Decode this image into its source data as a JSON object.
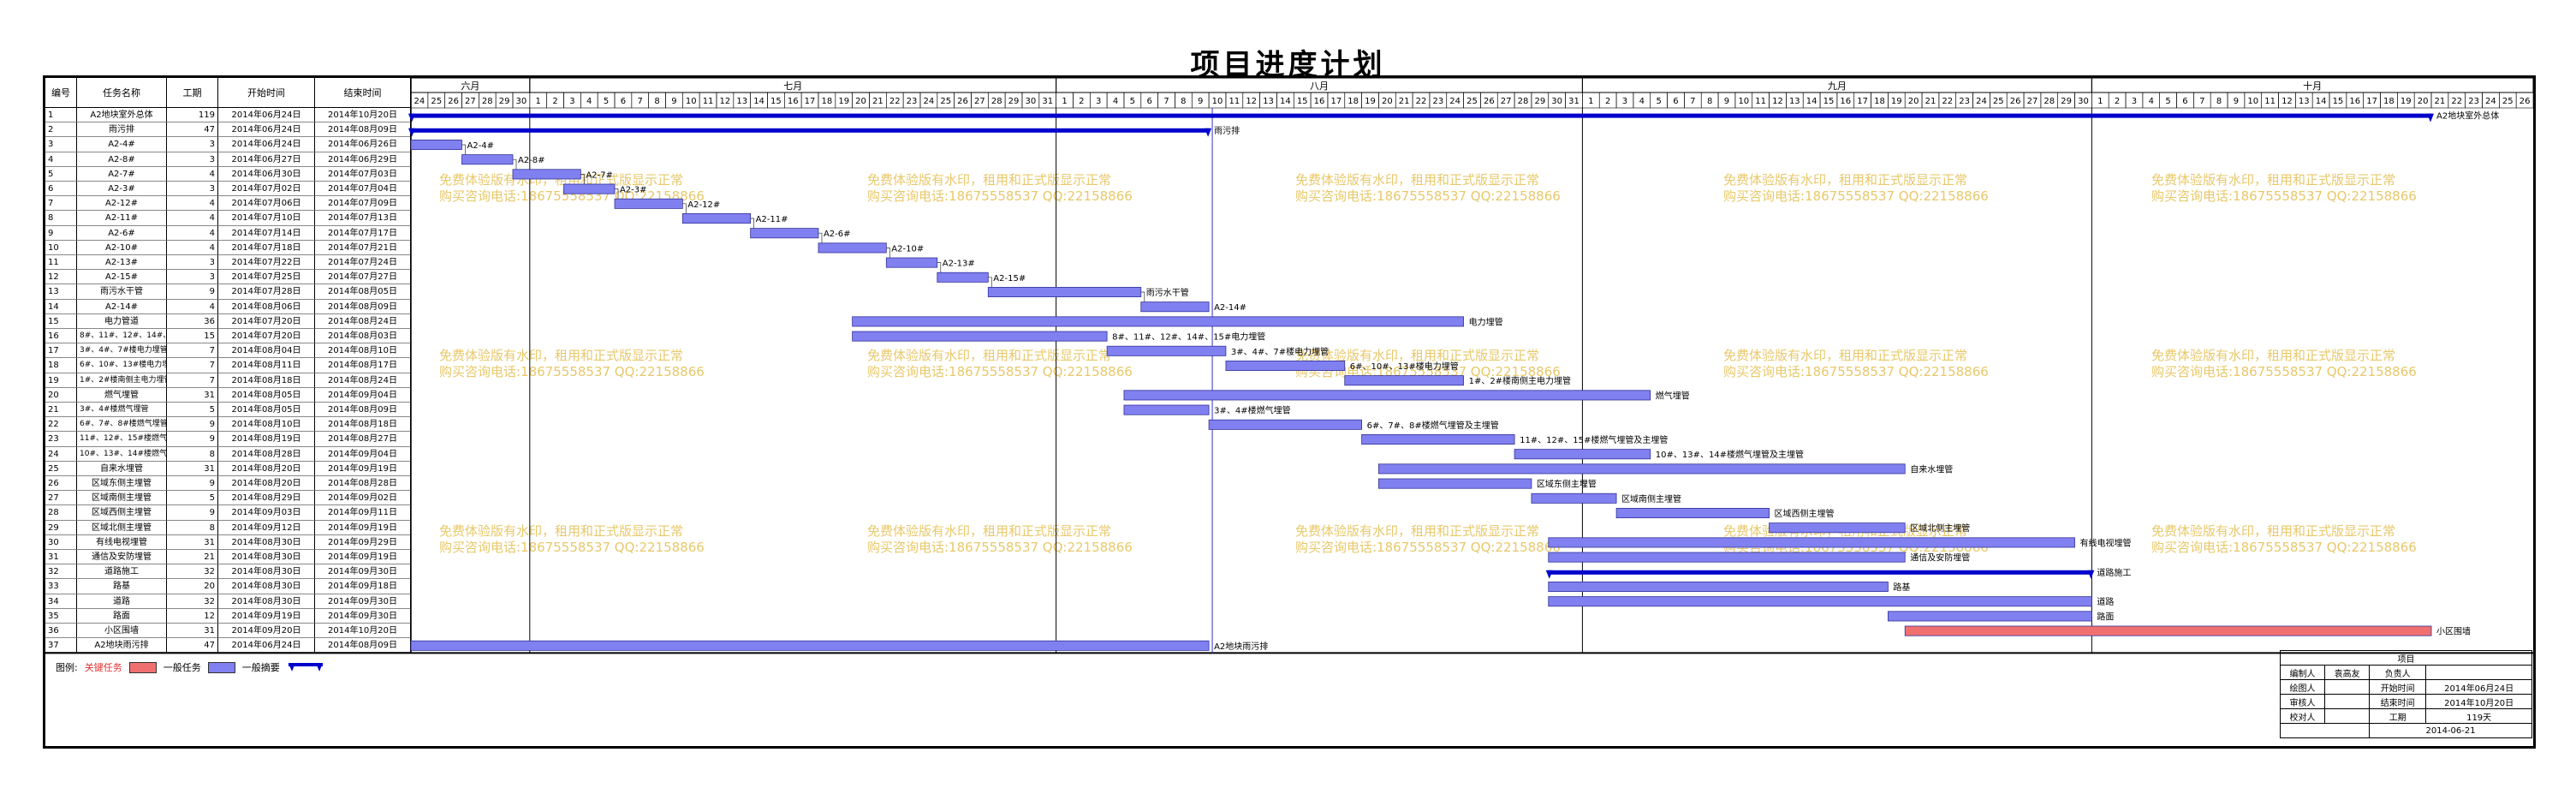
{
  "title": "项目进度计划",
  "columns": {
    "id": "编号",
    "name": "任务名称",
    "duration": "工期",
    "start": "开始时间",
    "end": "结束时间"
  },
  "months": [
    {
      "label": "六月",
      "days": [
        24,
        25,
        26,
        27,
        28,
        29,
        30
      ]
    },
    {
      "label": "七月",
      "days": [
        1,
        2,
        3,
        4,
        5,
        6,
        7,
        8,
        9,
        10,
        11,
        12,
        13,
        14,
        15,
        16,
        17,
        18,
        19,
        20,
        21,
        22,
        23,
        24,
        25,
        26,
        27,
        28,
        29,
        30,
        31
      ]
    },
    {
      "label": "八月",
      "days": [
        1,
        2,
        3,
        4,
        5,
        6,
        7,
        8,
        9,
        10,
        11,
        12,
        13,
        14,
        15,
        16,
        17,
        18,
        19,
        20,
        21,
        22,
        23,
        24,
        25,
        26,
        27,
        28,
        29,
        30,
        31
      ]
    },
    {
      "label": "九月",
      "days": [
        1,
        2,
        3,
        4,
        5,
        6,
        7,
        8,
        9,
        10,
        11,
        12,
        13,
        14,
        15,
        16,
        17,
        18,
        19,
        20,
        21,
        22,
        23,
        24,
        25,
        26,
        27,
        28,
        29,
        30
      ]
    },
    {
      "label": "十月",
      "days": [
        1,
        2,
        3,
        4,
        5,
        6,
        7,
        8,
        9,
        10,
        11,
        12,
        13,
        14,
        15,
        16,
        17,
        18,
        19,
        20,
        21,
        22,
        23,
        24,
        25,
        26
      ]
    }
  ],
  "tasks": [
    {
      "id": "1",
      "name": "A2地块室外总体",
      "duration": "119",
      "start": "2014年06月24日",
      "end": "2014年10月20日",
      "bar_start": 0,
      "bar_end": 119,
      "kind": "summary",
      "label": "A2地块室外总体"
    },
    {
      "id": "2",
      "name": "雨污排",
      "duration": "47",
      "start": "2014年06月24日",
      "end": "2014年08月09日",
      "bar_start": 0,
      "bar_end": 47,
      "kind": "summary",
      "label": "雨污排"
    },
    {
      "id": "3",
      "name": "A2-4#",
      "duration": "3",
      "start": "2014年06月24日",
      "end": "2014年06月26日",
      "bar_start": 0,
      "bar_end": 3,
      "kind": "normal",
      "label": "A2-4#"
    },
    {
      "id": "4",
      "name": "A2-8#",
      "duration": "3",
      "start": "2014年06月27日",
      "end": "2014年06月29日",
      "bar_start": 3,
      "bar_end": 6,
      "kind": "normal",
      "label": "A2-8#"
    },
    {
      "id": "5",
      "name": "A2-7#",
      "duration": "4",
      "start": "2014年06月30日",
      "end": "2014年07月03日",
      "bar_start": 6,
      "bar_end": 10,
      "kind": "normal",
      "label": "A2-7#"
    },
    {
      "id": "6",
      "name": "A2-3#",
      "duration": "3",
      "start": "2014年07月02日",
      "end": "2014年07月04日",
      "bar_start": 9,
      "bar_end": 12,
      "kind": "normal",
      "label": "A2-3#"
    },
    {
      "id": "7",
      "name": "A2-12#",
      "duration": "4",
      "start": "2014年07月06日",
      "end": "2014年07月09日",
      "bar_start": 12,
      "bar_end": 16,
      "kind": "normal",
      "label": "A2-12#"
    },
    {
      "id": "8",
      "name": "A2-11#",
      "duration": "4",
      "start": "2014年07月10日",
      "end": "2014年07月13日",
      "bar_start": 16,
      "bar_end": 20,
      "kind": "normal",
      "label": "A2-11#"
    },
    {
      "id": "9",
      "name": "A2-6#",
      "duration": "4",
      "start": "2014年07月14日",
      "end": "2014年07月17日",
      "bar_start": 20,
      "bar_end": 24,
      "kind": "normal",
      "label": "A2-6#"
    },
    {
      "id": "10",
      "name": "A2-10#",
      "duration": "4",
      "start": "2014年07月18日",
      "end": "2014年07月21日",
      "bar_start": 24,
      "bar_end": 28,
      "kind": "normal",
      "label": "A2-10#"
    },
    {
      "id": "11",
      "name": "A2-13#",
      "duration": "3",
      "start": "2014年07月22日",
      "end": "2014年07月24日",
      "bar_start": 28,
      "bar_end": 31,
      "kind": "normal",
      "label": "A2-13#"
    },
    {
      "id": "12",
      "name": "A2-15#",
      "duration": "3",
      "start": "2014年07月25日",
      "end": "2014年07月27日",
      "bar_start": 31,
      "bar_end": 34,
      "kind": "normal",
      "label": "A2-15#"
    },
    {
      "id": "13",
      "name": "雨污水干管",
      "duration": "9",
      "start": "2014年07月28日",
      "end": "2014年08月05日",
      "bar_start": 34,
      "bar_end": 43,
      "kind": "normal",
      "label": "雨污水干管"
    },
    {
      "id": "14",
      "name": "A2-14#",
      "duration": "4",
      "start": "2014年08月06日",
      "end": "2014年08月09日",
      "bar_start": 43,
      "bar_end": 47,
      "kind": "normal",
      "label": "A2-14#"
    },
    {
      "id": "15",
      "name": "电力管道",
      "duration": "36",
      "start": "2014年07月20日",
      "end": "2014年08月24日",
      "bar_start": 26,
      "bar_end": 62,
      "kind": "normal",
      "label": "电力埋管"
    },
    {
      "id": "16",
      "name": "8#、11#、12#、14#、15#电力埋管",
      "duration": "15",
      "start": "2014年07月20日",
      "end": "2014年08月03日",
      "bar_start": 26,
      "bar_end": 41,
      "kind": "normal",
      "label": "8#、11#、12#、14#、15#电力埋管"
    },
    {
      "id": "17",
      "name": "3#、4#、7#楼电力埋管",
      "duration": "7",
      "start": "2014年08月04日",
      "end": "2014年08月10日",
      "bar_start": 41,
      "bar_end": 48,
      "kind": "normal",
      "label": "3#、4#、7#楼电力埋管"
    },
    {
      "id": "18",
      "name": "6#、10#、13#楼电力埋管",
      "duration": "7",
      "start": "2014年08月11日",
      "end": "2014年08月17日",
      "bar_start": 48,
      "bar_end": 55,
      "kind": "normal",
      "label": "6#、10#、13#楼电力埋管"
    },
    {
      "id": "19",
      "name": "1#、2#楼南侧主电力埋管",
      "duration": "7",
      "start": "2014年08月18日",
      "end": "2014年08月24日",
      "bar_start": 55,
      "bar_end": 62,
      "kind": "normal",
      "label": "1#、2#楼南侧主电力埋管"
    },
    {
      "id": "20",
      "name": "燃气埋管",
      "duration": "31",
      "start": "2014年08月05日",
      "end": "2014年09月04日",
      "bar_start": 42,
      "bar_end": 73,
      "kind": "normal",
      "label": "燃气埋管"
    },
    {
      "id": "21",
      "name": "3#、4#楼燃气埋管",
      "duration": "5",
      "start": "2014年08月05日",
      "end": "2014年08月09日",
      "bar_start": 42,
      "bar_end": 47,
      "kind": "normal",
      "label": "3#、4#楼燃气埋管"
    },
    {
      "id": "22",
      "name": "6#、7#、8#楼燃气埋管及主埋管",
      "duration": "9",
      "start": "2014年08月10日",
      "end": "2014年08月18日",
      "bar_start": 47,
      "bar_end": 56,
      "kind": "normal",
      "label": "6#、7#、8#楼燃气埋管及主埋管"
    },
    {
      "id": "23",
      "name": "11#、12#、15#楼燃气埋管及主埋管",
      "duration": "9",
      "start": "2014年08月19日",
      "end": "2014年08月27日",
      "bar_start": 56,
      "bar_end": 65,
      "kind": "normal",
      "label": "11#、12#、15#楼燃气埋管及主埋管"
    },
    {
      "id": "24",
      "name": "10#、13#、14#楼燃气埋管及主埋管",
      "duration": "8",
      "start": "2014年08月28日",
      "end": "2014年09月04日",
      "bar_start": 65,
      "bar_end": 73,
      "kind": "normal",
      "label": "10#、13#、14#楼燃气埋管及主埋管"
    },
    {
      "id": "25",
      "name": "自来水埋管",
      "duration": "31",
      "start": "2014年08月20日",
      "end": "2014年09月19日",
      "bar_start": 57,
      "bar_end": 88,
      "kind": "normal",
      "label": "自来水埋管"
    },
    {
      "id": "26",
      "name": "区域东侧主埋管",
      "duration": "9",
      "start": "2014年08月20日",
      "end": "2014年08月28日",
      "bar_start": 57,
      "bar_end": 66,
      "kind": "normal",
      "label": "区域东侧主埋管"
    },
    {
      "id": "27",
      "name": "区域南侧主埋管",
      "duration": "5",
      "start": "2014年08月29日",
      "end": "2014年09月02日",
      "bar_start": 66,
      "bar_end": 71,
      "kind": "normal",
      "label": "区域南侧主埋管"
    },
    {
      "id": "28",
      "name": "区域西侧主埋管",
      "duration": "9",
      "start": "2014年09月03日",
      "end": "2014年09月11日",
      "bar_start": 71,
      "bar_end": 80,
      "kind": "normal",
      "label": "区域西侧主埋管"
    },
    {
      "id": "29",
      "name": "区域北侧主埋管",
      "duration": "8",
      "start": "2014年09月12日",
      "end": "2014年09月19日",
      "bar_start": 80,
      "bar_end": 88,
      "kind": "normal",
      "label": "区域北侧主埋管"
    },
    {
      "id": "30",
      "name": "有线电视埋管",
      "duration": "31",
      "start": "2014年08月30日",
      "end": "2014年09月29日",
      "bar_start": 67,
      "bar_end": 98,
      "kind": "normal",
      "label": "有线电视埋管"
    },
    {
      "id": "31",
      "name": "通信及安防埋管",
      "duration": "21",
      "start": "2014年08月30日",
      "end": "2014年09月19日",
      "bar_start": 67,
      "bar_end": 88,
      "kind": "normal",
      "label": "通信及安防埋管"
    },
    {
      "id": "32",
      "name": "道路施工",
      "duration": "32",
      "start": "2014年08月30日",
      "end": "2014年09月30日",
      "bar_start": 67,
      "bar_end": 99,
      "kind": "summary",
      "label": "道路施工"
    },
    {
      "id": "33",
      "name": "路基",
      "duration": "20",
      "start": "2014年08月30日",
      "end": "2014年09月18日",
      "bar_start": 67,
      "bar_end": 87,
      "kind": "normal",
      "label": "路基"
    },
    {
      "id": "34",
      "name": "道路",
      "duration": "32",
      "start": "2014年08月30日",
      "end": "2014年09月30日",
      "bar_start": 67,
      "bar_end": 99,
      "kind": "normal",
      "label": "道路"
    },
    {
      "id": "35",
      "name": "路面",
      "duration": "12",
      "start": "2014年09月19日",
      "end": "2014年09月30日",
      "bar_start": 87,
      "bar_end": 99,
      "kind": "normal",
      "label": "路面"
    },
    {
      "id": "36",
      "name": "小区围墙",
      "duration": "31",
      "start": "2014年09月20日",
      "end": "2014年10月20日",
      "bar_start": 88,
      "bar_end": 119,
      "kind": "critical",
      "label": "小区围墙"
    },
    {
      "id": "37",
      "name": "A2地块雨污排",
      "duration": "47",
      "start": "2014年06月24日",
      "end": "2014年08月09日",
      "bar_start": 0,
      "bar_end": 47,
      "kind": "normal",
      "label": "A2地块雨污排"
    }
  ],
  "legend": {
    "prefix": "图例:",
    "critical": "关键任务",
    "normal": "一般任务",
    "summary": "一般摘要",
    "colors": {
      "critical": "#f07070",
      "normal": "#8080f0",
      "summary": "#0000cc"
    }
  },
  "watermark": {
    "line1": "免费体验版有水印，租用和正式版显示正常",
    "line2": "购买咨询电话:18675558537 QQ:22158866"
  },
  "info": {
    "project_label": "项目",
    "drafter_label": "编制人",
    "drafter": "袁高友",
    "manager_label": "负责人",
    "drawer_label": "绘图人",
    "start_label": "开始时间",
    "start": "2014年06月24日",
    "reviewer_label": "审核人",
    "end_label": "结束时间",
    "end": "2014年10月20日",
    "checker_label": "校对人",
    "duration_label": "工期",
    "duration": "119天",
    "date": "2014-06-21"
  }
}
